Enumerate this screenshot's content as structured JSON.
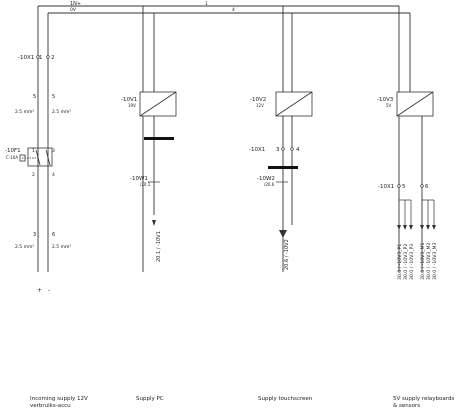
{
  "top_bus": {
    "label_top": "1N+",
    "label_bottom": "0V",
    "label_1": "1",
    "label_4": "4"
  },
  "incoming": {
    "terminal_ref": "-10X1",
    "terminal_left": "1",
    "terminal_right": "2",
    "wire_left_num": "5",
    "wire_right_num": "5",
    "wire_left_size": "2.5 mm²",
    "wire_right_size": "2.5 mm²",
    "breaker_ref": "-10F1",
    "breaker_rating": "C-10A",
    "breaker_terms": [
      "1",
      "3",
      "2",
      "4"
    ],
    "lower_left_num": "3",
    "lower_right_num": "6",
    "lower_left_size": "2.5 mm²",
    "lower_right_size": "2.5 mm²",
    "plus": "+",
    "minus": "-",
    "footer": [
      "Incoming supply 12V",
      "verbruiks-accu"
    ]
  },
  "pc": {
    "supply_ref": "-10V1",
    "supply_volt": "19V",
    "wire_ref": "-10W1",
    "wire_sub": "/20.1",
    "dest_label": "20.1 / -10V1",
    "footer": "Supply PC"
  },
  "touch": {
    "supply_ref": "-10V2",
    "supply_volt": "12V",
    "terminal_ref": "-10X1",
    "terminal_left": "3",
    "terminal_right": "4",
    "wire_ref": "-10W2",
    "wire_sub": "/20.6",
    "dest_label": "20.6 / -10V2",
    "footer": "Supply touchscreen"
  },
  "relay": {
    "supply_ref": "-10V3",
    "supply_volt": "5V",
    "terminal_ref": "-10X1",
    "terminal_left": "5",
    "terminal_right": "6",
    "dest_labels": [
      "30.0 / -10V3_P1",
      "30.0 / -10V3_P2",
      "30.0 / -10V3_P3",
      "30.0 / -10V3_M1",
      "30.0 / -10V3_M2",
      "30.0 / -10V3_M3"
    ],
    "footer": [
      "5V supply relayboards",
      "& sensors"
    ]
  }
}
